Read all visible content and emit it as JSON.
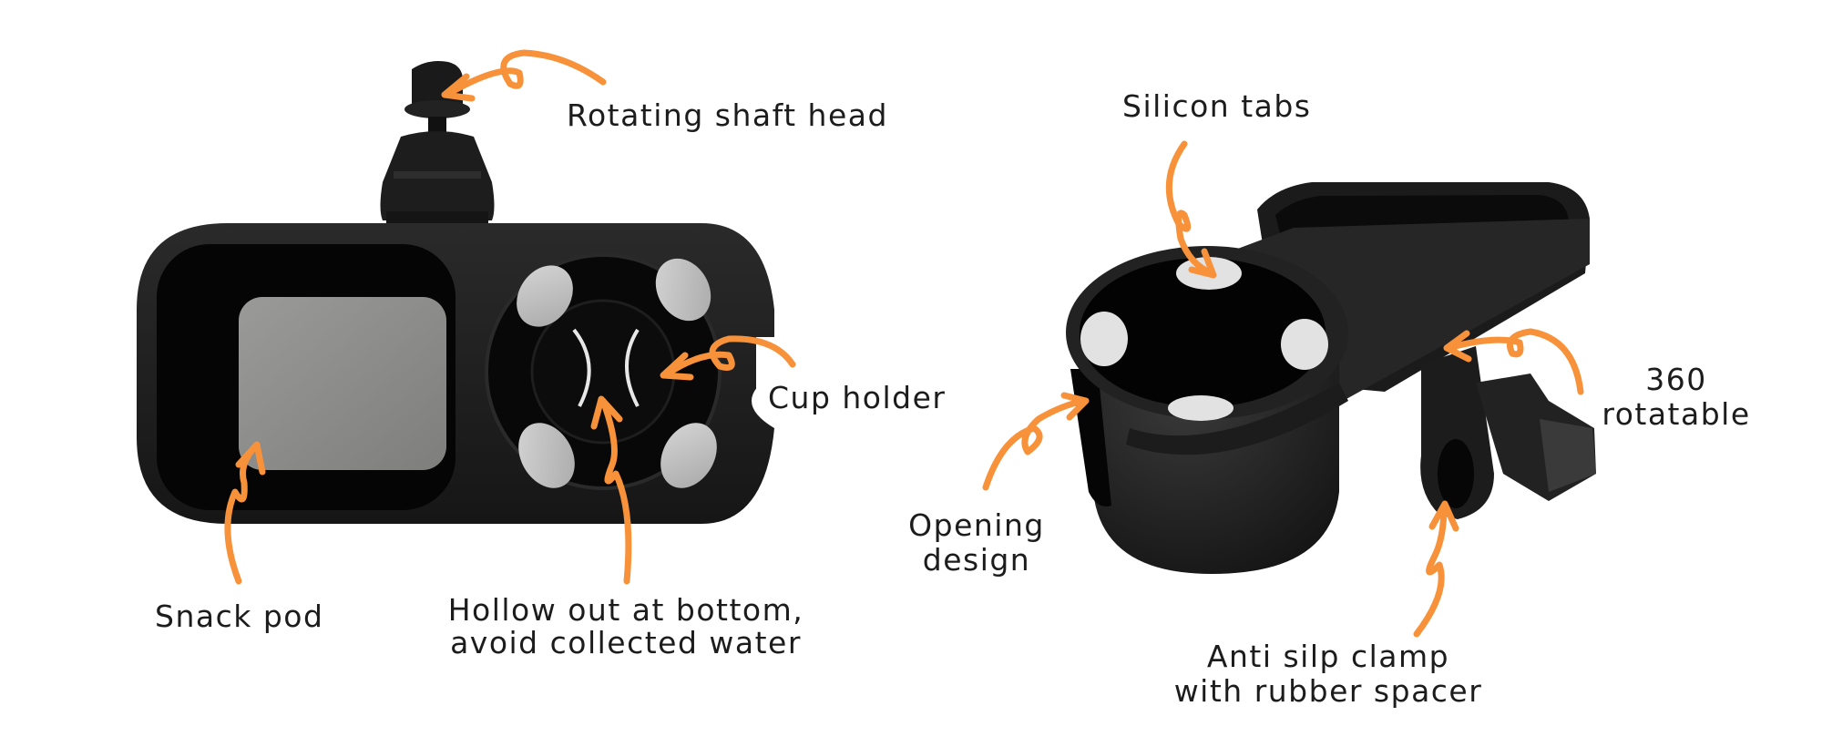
{
  "diagram": {
    "subject": "Stroller cup holder with snack tray",
    "accent_color": "#F7923A",
    "product_color": "#111111",
    "tab_color": "#C9C9C9",
    "views": [
      {
        "name": "top-view",
        "description": "Top view of tray with snack pod and cup holder"
      },
      {
        "name": "angled-view",
        "description": "Angled view with clamp"
      }
    ],
    "labels": {
      "rotating_shaft_head": "Rotating shaft head",
      "cup_holder": "Cup holder",
      "snack_pod": "Snack pod",
      "hollow_bottom": {
        "line1": "Hollow out at bottom,",
        "line2": "avoid collected water"
      },
      "silicon_tabs": "Silicon tabs",
      "rotatable": {
        "line1": "360",
        "line2": "rotatable"
      },
      "opening_design": {
        "line1": "Opening",
        "line2": "design"
      },
      "anti_slip_clamp": {
        "line1": "Anti silp clamp",
        "line2": "with rubber spacer"
      }
    }
  }
}
